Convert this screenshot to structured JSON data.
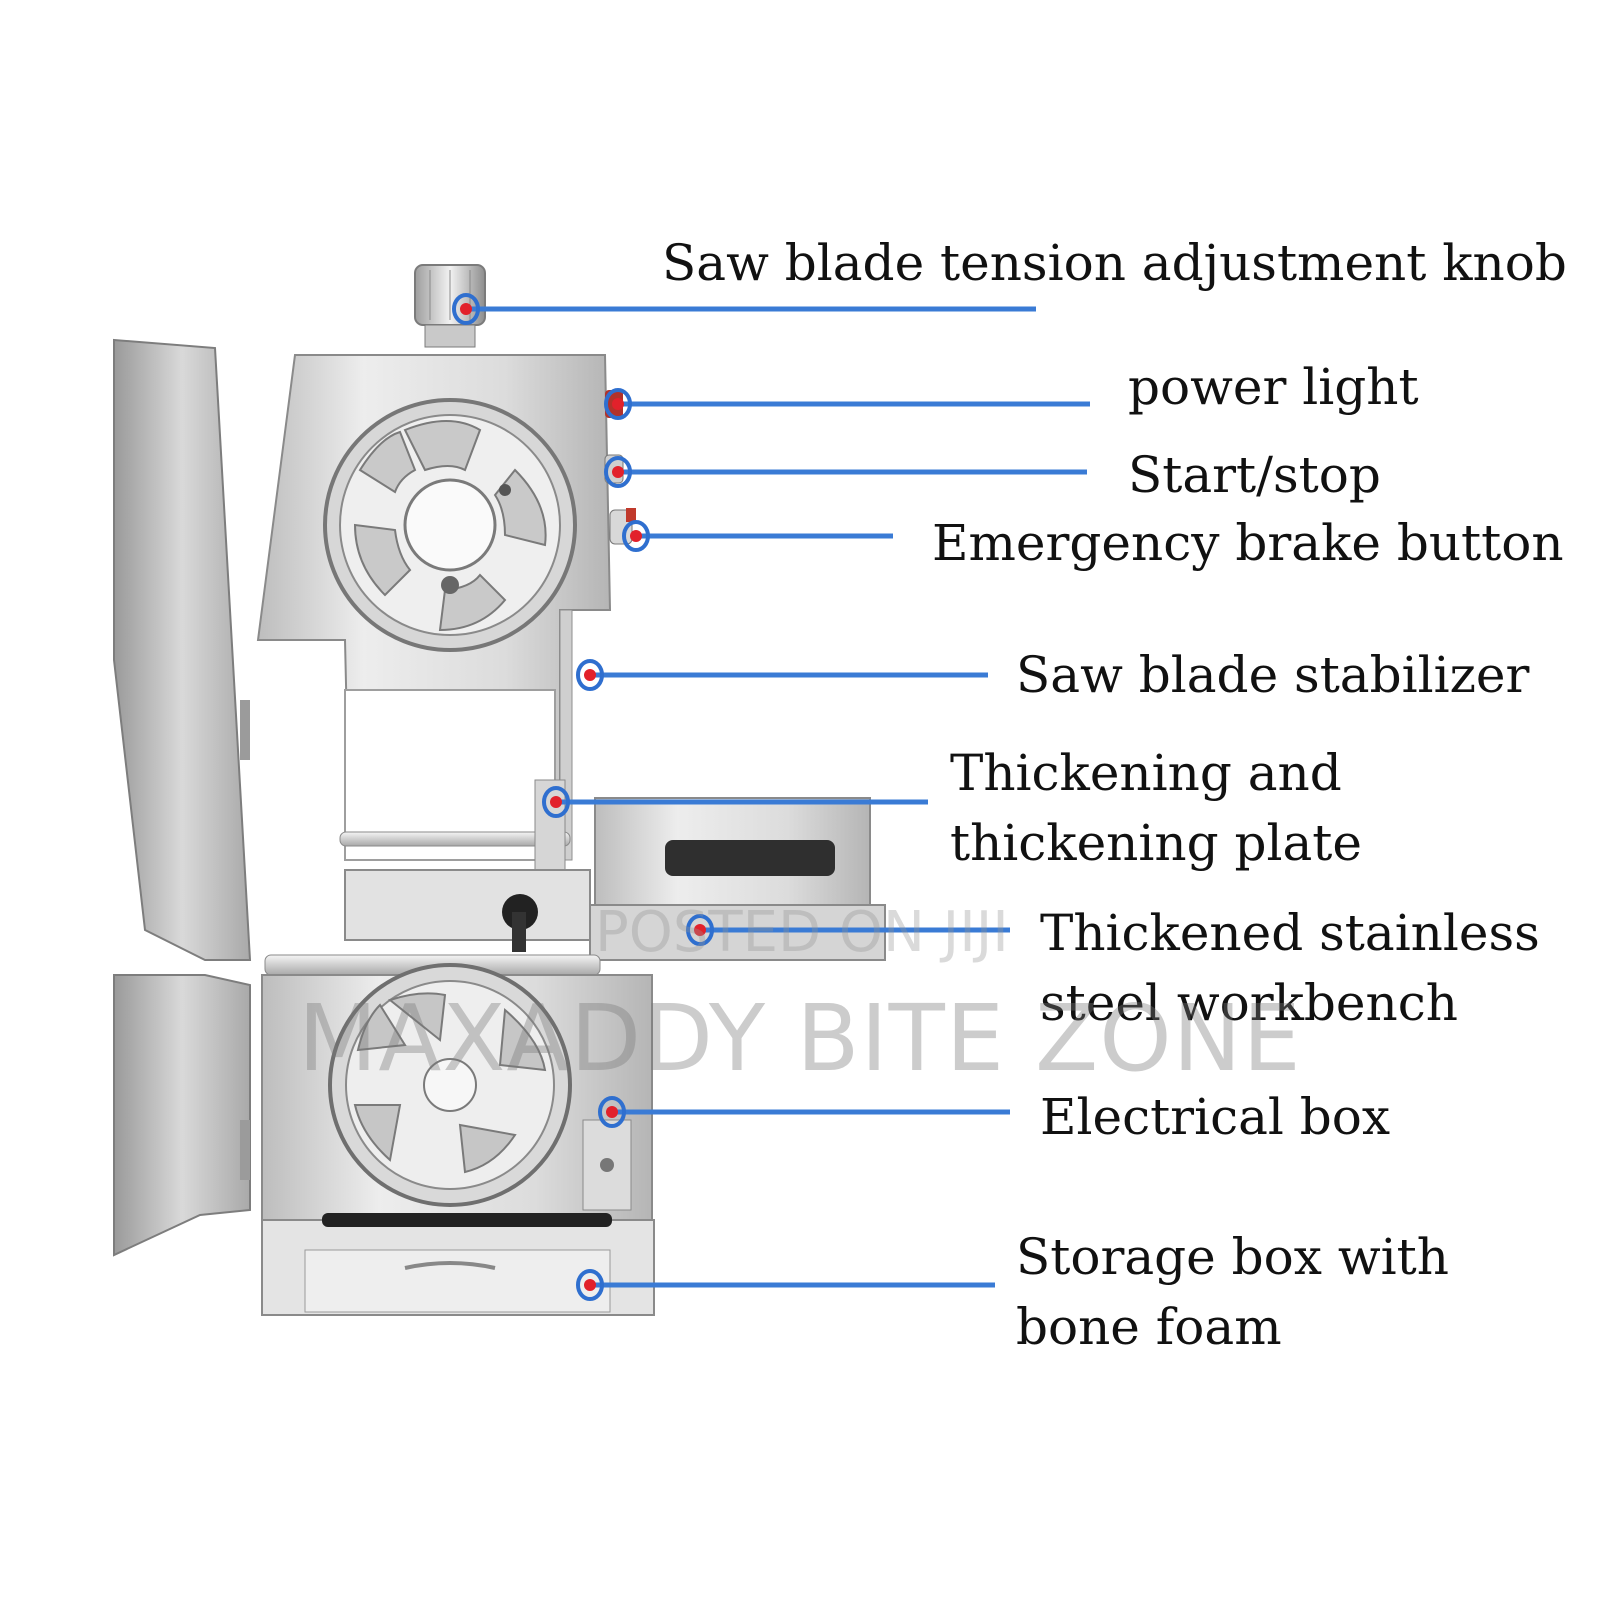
{
  "colors": {
    "leader_line": "#3a7bd5",
    "marker_ring": "#2f6fcf",
    "marker_dot": "#e2212b",
    "steel_light": "#e6e6e6",
    "steel_mid": "#c7c7c7",
    "steel_dark": "#8d8d8d"
  },
  "callouts": [
    {
      "id": "tension-knob",
      "lines": [
        "Saw blade tension adjustment knob"
      ]
    },
    {
      "id": "power-light",
      "lines": [
        "power light"
      ]
    },
    {
      "id": "start-stop",
      "lines": [
        "Start/stop"
      ]
    },
    {
      "id": "emergency-brake",
      "lines": [
        "Emergency brake button"
      ]
    },
    {
      "id": "blade-stabilizer",
      "lines": [
        "Saw blade stabilizer"
      ]
    },
    {
      "id": "thickening-plate",
      "lines": [
        "Thickening and",
        "thickening plate"
      ]
    },
    {
      "id": "workbench",
      "lines": [
        "Thickened stainless",
        "steel workbench"
      ]
    },
    {
      "id": "electrical-box",
      "lines": [
        "Electrical box"
      ]
    },
    {
      "id": "storage-box",
      "lines": [
        "Storage box with",
        "bone foam"
      ]
    }
  ],
  "watermarks": {
    "main": "MAXADDY BITE ZONE",
    "small": "POSTED ON JIJI"
  }
}
